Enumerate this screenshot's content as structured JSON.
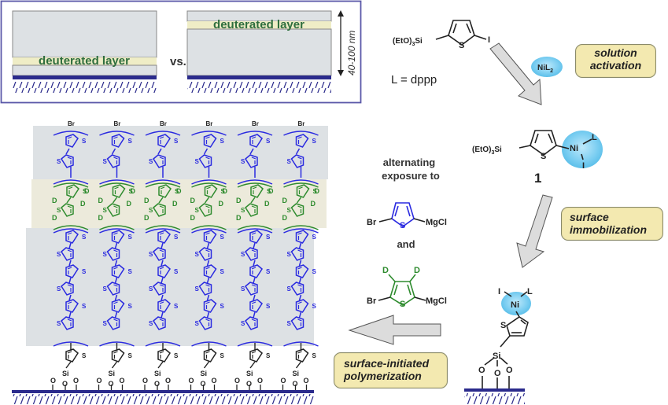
{
  "inset": {
    "left_label": "deuterated layer",
    "vs_label": "vs.",
    "right_label": "deuterated layer",
    "thickness_label": "40-100 nm"
  },
  "scheme": {
    "ligand_def": "L = dppp",
    "nickel_reagent": "NiL",
    "nickel_reagent_sub": "2",
    "start_monomer": {
      "left": "(EtO)",
      "sub": "3",
      "right": "Si",
      "ring_atom": "S",
      "substituent": "I"
    },
    "step1_label": [
      "solution",
      "activation"
    ],
    "intermediate": {
      "left": "(EtO)",
      "sub": "3",
      "right": "Si",
      "ring_atom": "S",
      "metal": "Ni",
      "ligand": "L",
      "halide": "I",
      "compound_number": "1"
    },
    "step2_label": [
      "surface",
      "immobilization"
    ],
    "immobilized": {
      "metal": "Ni",
      "ligand": "L",
      "halide": "I",
      "ring_atom": "S",
      "silicon": "Si",
      "oxygen": "O"
    },
    "alternating_text": [
      "alternating",
      "exposure to"
    ],
    "monomer_a": {
      "left": "Br",
      "right": "MgCl",
      "ring_atom": "S"
    },
    "and_text": "and",
    "monomer_b": {
      "left": "Br",
      "right": "MgCl",
      "ring_atom": "S",
      "deuterium": "D"
    },
    "step3_label": [
      "surface-initiated",
      "polymerization"
    ]
  },
  "brush": {
    "chain_count": 6,
    "end_group": "Br",
    "ring_atom": "S",
    "deuterium": "D",
    "silicon": "Si",
    "oxygen": "O"
  },
  "colors": {
    "blue_polymer": "#2a2ae0",
    "green_polymer": "#2e8b2e",
    "substrate": "#2b2b8c",
    "gray_layer": "#dde1e4",
    "deut_layer": "#eceadb",
    "ni_bubble": "#6cc8f0",
    "label_box": "#f3e9b0",
    "inset_border": "#5a58a8"
  }
}
